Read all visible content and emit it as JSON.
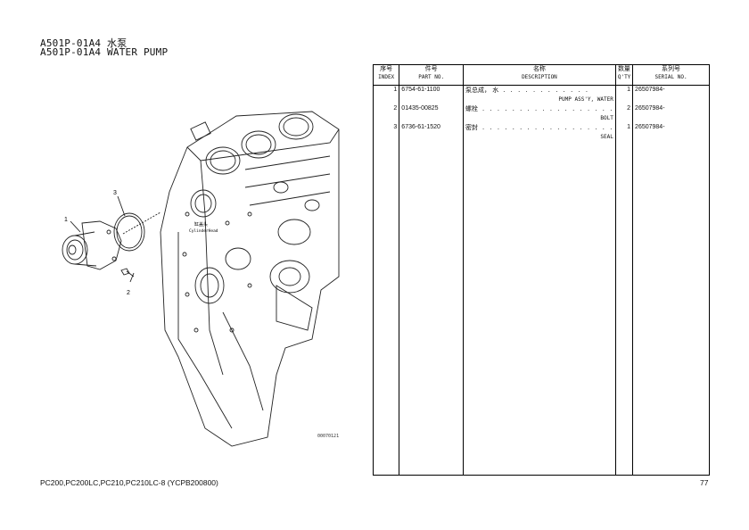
{
  "header": {
    "title_zh": "A501P-01A4 水泵",
    "title_en": "A501P-01A4 WATER PUMP"
  },
  "table": {
    "headers": [
      {
        "zh": "序号",
        "en": "INDEX"
      },
      {
        "zh": "件号",
        "en": "PART NO."
      },
      {
        "zh": "名称",
        "en": "DESCRIPTION"
      },
      {
        "zh": "数量",
        "en": "Q'TY"
      },
      {
        "zh": "系列号",
        "en": "SERIAL NO."
      }
    ],
    "rows": [
      {
        "index": "1",
        "part_no": "6754-61-1100",
        "desc_zh": "泵总成， 水",
        "desc_en": "PUMP ASS'Y, WATER",
        "qty": "1",
        "serial": "26507984-"
      },
      {
        "index": "2",
        "part_no": "01435-00825",
        "desc_zh": "螺栓",
        "desc_en": "BOLT",
        "qty": "2",
        "serial": "26507984-"
      },
      {
        "index": "3",
        "part_no": "6736-61-1520",
        "desc_zh": "密封",
        "desc_en": "SEAL",
        "qty": "1",
        "serial": "26507984-"
      }
    ]
  },
  "diagram": {
    "callouts": [
      "1",
      "2",
      "3"
    ],
    "label_zh": "缸盖头",
    "label_en": "CylinderHead",
    "drawing_code": "00070121"
  },
  "footer": {
    "models": "PC200,PC200LC,PC210,PC210LC-8 (YCPB200800)",
    "page": "77"
  }
}
